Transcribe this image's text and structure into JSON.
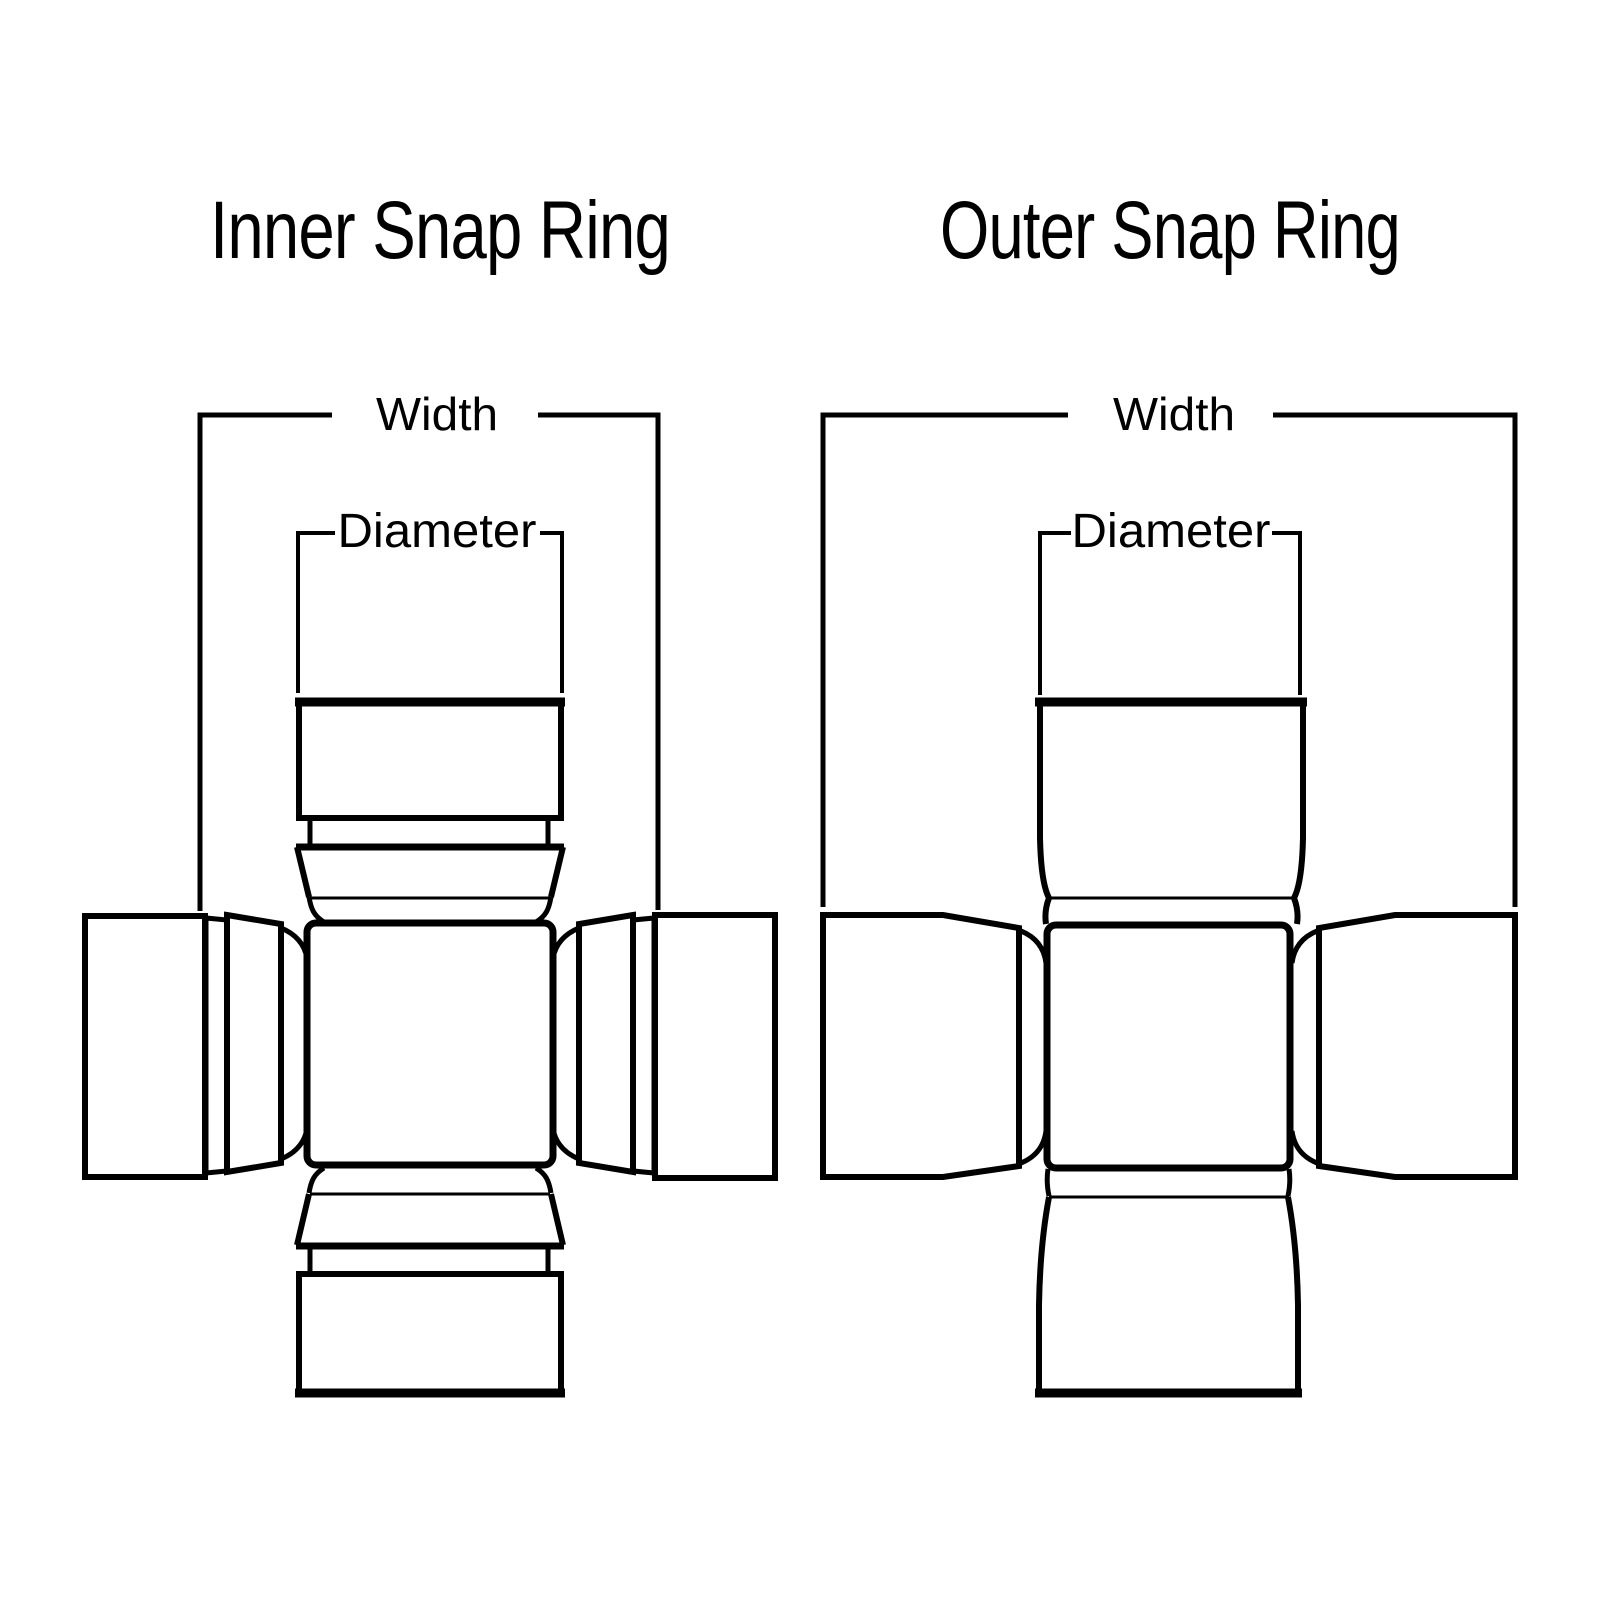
{
  "canvas": {
    "background": "#ffffff",
    "stroke_color": "#000000"
  },
  "inner_diagram": {
    "title": "Inner Snap Ring",
    "width_label": "Width",
    "diameter_label": "Diameter"
  },
  "outer_diagram": {
    "title": "Outer Snap Ring",
    "width_label": "Width",
    "diameter_label": "Diameter"
  }
}
